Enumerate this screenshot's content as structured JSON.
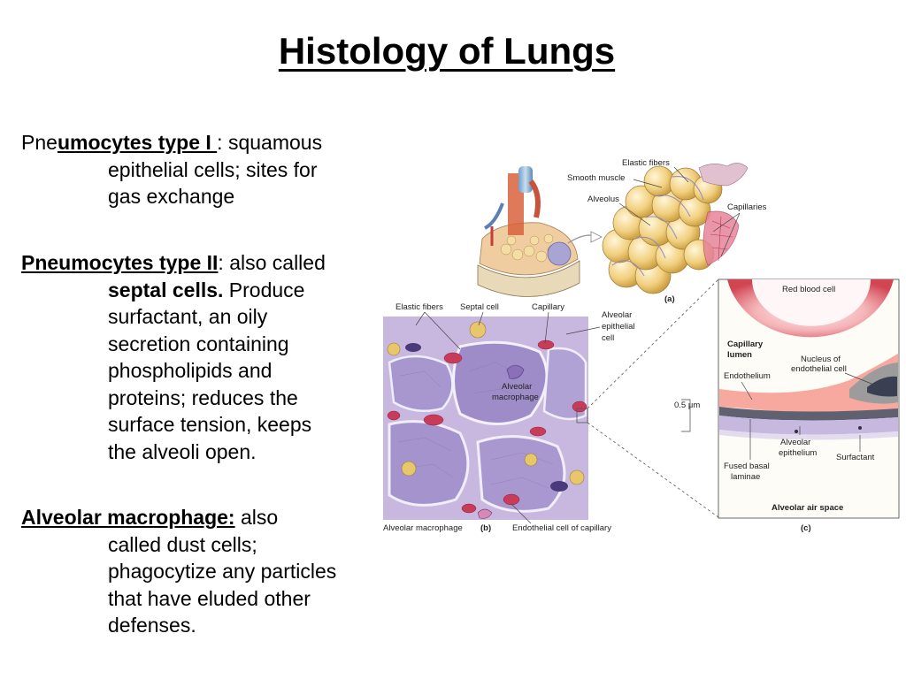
{
  "slide": {
    "title": "Histology of Lungs",
    "bullets": [
      {
        "lead_plain": "Pne",
        "lead_bold": "umocytes type I ",
        "line1_rest": ": squamous",
        "continuation": [
          "epithelial cells; sites for",
          "gas exchange"
        ]
      },
      {
        "lead_bold": "Pneumocytes type II",
        "line1_rest": ": also called",
        "cont_bold": "septal cells.",
        "cont_rest": " Produce",
        "continuation": [
          "surfactant, an oily",
          "secretion containing",
          "phospholipids and",
          "proteins; reduces the",
          "surface tension, keeps",
          "the alveoli open."
        ]
      },
      {
        "lead_bold": "Alveolar macrophage:",
        "line1_rest": " also",
        "continuation": [
          "called dust cells;",
          "phagocytize any particles",
          "that have eluded other",
          "defenses."
        ]
      }
    ]
  },
  "figure": {
    "panel_a": {
      "elastic_fibers": "Elastic fibers",
      "smooth_muscle": "Smooth muscle",
      "alveolus": "Alveolus",
      "capillaries": "Capillaries",
      "tag": "(a)"
    },
    "panel_b": {
      "elastic_fibers": "Elastic fibers",
      "septal_cell": "Septal cell",
      "capillary": "Capillary",
      "alveolar_epithelial_cell_1": "Alveolar",
      "alveolar_epithelial_cell_2": "epithelial",
      "alveolar_epithelial_cell_3": "cell",
      "macrophage_center_1": "Alveolar",
      "macrophage_center_2": "macrophage",
      "alveolar_macrophage": "Alveolar macrophage",
      "tag": "(b)",
      "endothelial_cell": "Endothelial cell of capillary"
    },
    "panel_c": {
      "red_blood_cell": "Red blood cell",
      "capillary_lumen_1": "Capillary",
      "capillary_lumen_2": "lumen",
      "nucleus_1": "Nucleus of",
      "nucleus_2": "endothelial cell",
      "endothelium": "Endothelium",
      "scale": "0.5 μm",
      "alveolar_epithelium_1": "Alveolar",
      "alveolar_epithelium_2": "epithelium",
      "surfactant": "Surfactant",
      "fused_basal_1": "Fused basal",
      "fused_basal_2": "laminae",
      "air_space": "Alveolar air space",
      "tag": "(c)"
    }
  }
}
